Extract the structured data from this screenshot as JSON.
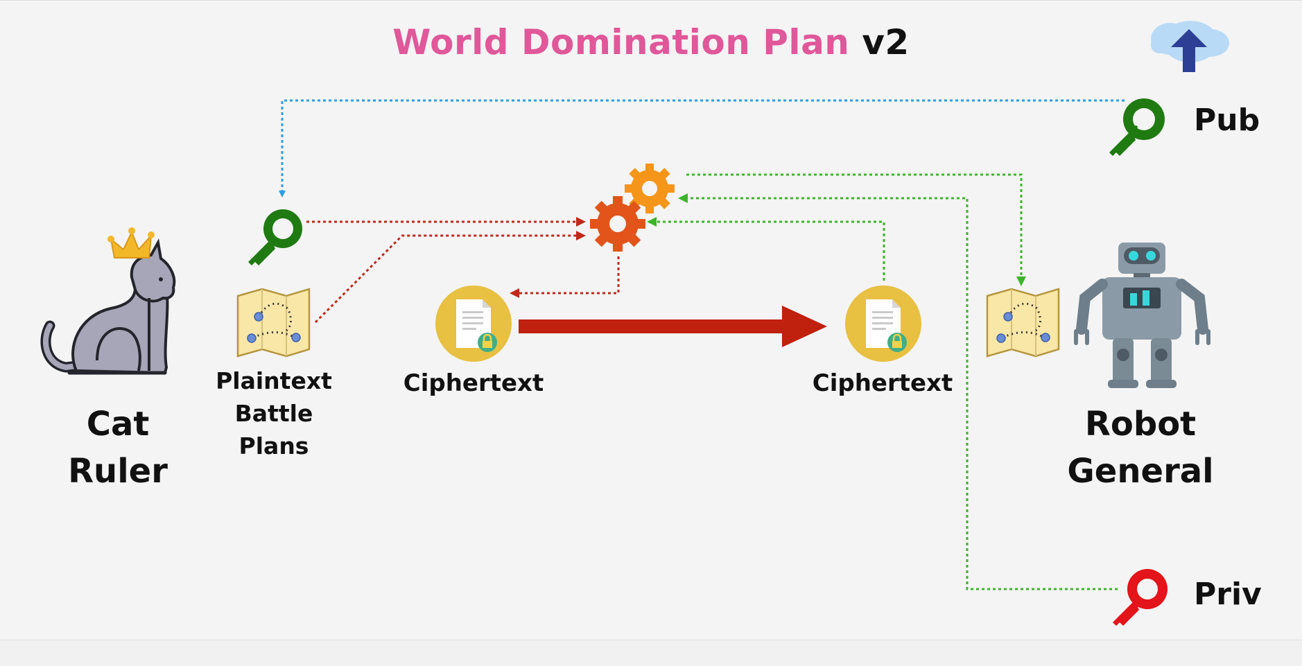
{
  "title": {
    "main": "World Domination Plan",
    "suffix": "v2"
  },
  "labels": {
    "cat_ruler": [
      "Cat",
      "Ruler"
    ],
    "plaintext": [
      "Plaintext",
      "Battle",
      "Plans"
    ],
    "ciphertext_left": "Ciphertext",
    "ciphertext_right": "Ciphertext",
    "robot_general": [
      "Robot",
      "General"
    ],
    "pub_key": "Pub",
    "priv_key": "Priv"
  },
  "colors": {
    "title_accent": "#e0579a",
    "public_key": "#1f7a12",
    "private_key": "#e3141a",
    "blue_path": "#2a9de0",
    "red_path": "#c0281a",
    "green_path": "#3cb429",
    "gear_dark": "#e2541a",
    "gear_light": "#f5951a",
    "document_bg": "#e8c042"
  },
  "icons": [
    "cat-icon",
    "crown-icon",
    "public-key-icon",
    "private-key-icon",
    "map-icon",
    "gear-icon",
    "encrypted-document-icon",
    "robot-icon",
    "cloud-upload-icon"
  ]
}
